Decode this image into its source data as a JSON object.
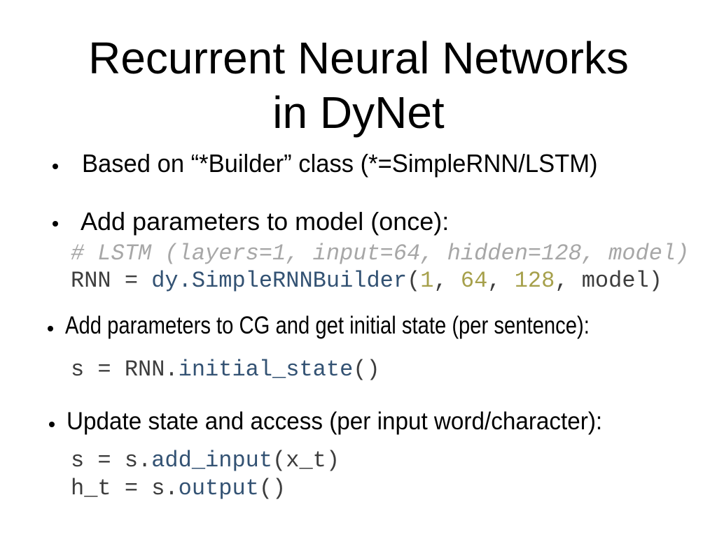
{
  "slide": {
    "background": "#ffffff",
    "colors": {
      "text": "#000000",
      "code_plain": "#3d3d3d",
      "code_method": "#335273",
      "code_number": "#a6a04b",
      "code_comment": "#a7a7a7"
    },
    "title": {
      "line1": "Recurrent Neural Networks",
      "line2": "in DyNet"
    },
    "bullets": [
      {
        "label": "Based on “*Builder” class (*=SimpleRNN/LSTM)"
      },
      {
        "label": "Add parameters to model (once):"
      },
      {
        "label": "Add parameters to CG and get initial state (per sentence):"
      },
      {
        "label": "Update state and access (per input word/character):"
      }
    ],
    "code_blocks": [
      {
        "lines": [
          [
            {
              "text": "# LSTM (layers=1, input=64, hidden=128, model)",
              "style": "comment"
            }
          ],
          [
            {
              "text": "RNN = ",
              "style": "plain"
            },
            {
              "text": "dy.SimpleRNNBuilder",
              "style": "method"
            },
            {
              "text": "(",
              "style": "plain"
            },
            {
              "text": "1",
              "style": "number"
            },
            {
              "text": ", ",
              "style": "plain"
            },
            {
              "text": "64",
              "style": "number"
            },
            {
              "text": ", ",
              "style": "plain"
            },
            {
              "text": "128",
              "style": "number"
            },
            {
              "text": ", model)",
              "style": "plain"
            }
          ]
        ]
      },
      {
        "lines": [
          [
            {
              "text": "s = RNN.",
              "style": "plain"
            },
            {
              "text": "initial_state",
              "style": "method"
            },
            {
              "text": "()",
              "style": "plain"
            }
          ]
        ]
      },
      {
        "lines": [
          [
            {
              "text": "s = s.",
              "style": "plain"
            },
            {
              "text": "add_input",
              "style": "method"
            },
            {
              "text": "(x_t)",
              "style": "plain"
            }
          ],
          [
            {
              "text": "h_t = s.",
              "style": "plain"
            },
            {
              "text": "output",
              "style": "method"
            },
            {
              "text": "()",
              "style": "plain"
            }
          ]
        ]
      }
    ]
  }
}
